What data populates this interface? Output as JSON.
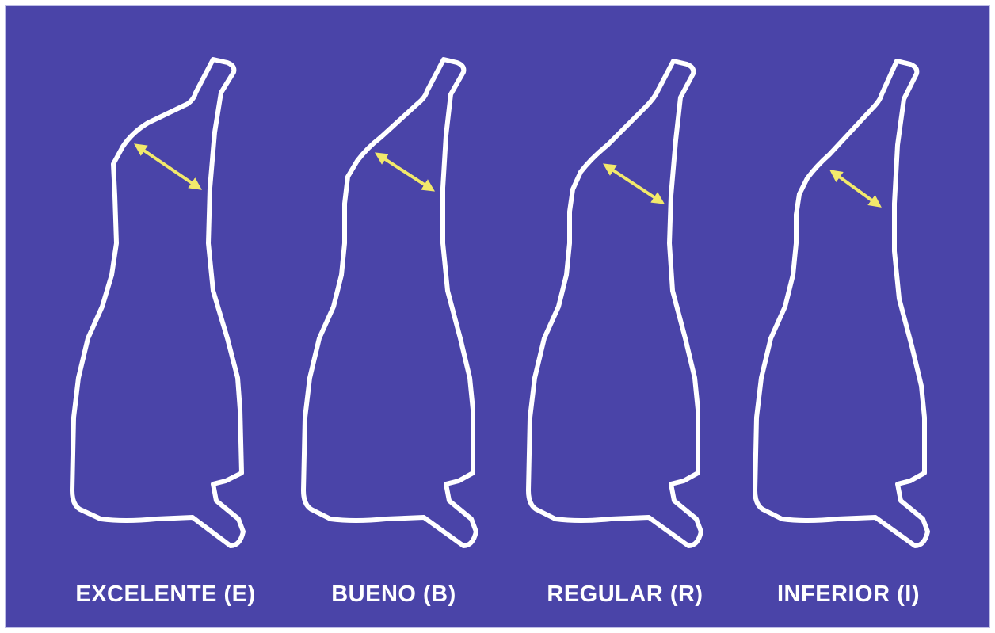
{
  "diagram": {
    "background_color": "#4a44a8",
    "outline_color": "#ffffff",
    "arrow_color": "#f2e96b",
    "grades": [
      {
        "label": "EXCELENTE (E)"
      },
      {
        "label": "BUENO (B)"
      },
      {
        "label": "REGULAR (R)"
      },
      {
        "label": "INFERIOR (I)"
      }
    ]
  }
}
